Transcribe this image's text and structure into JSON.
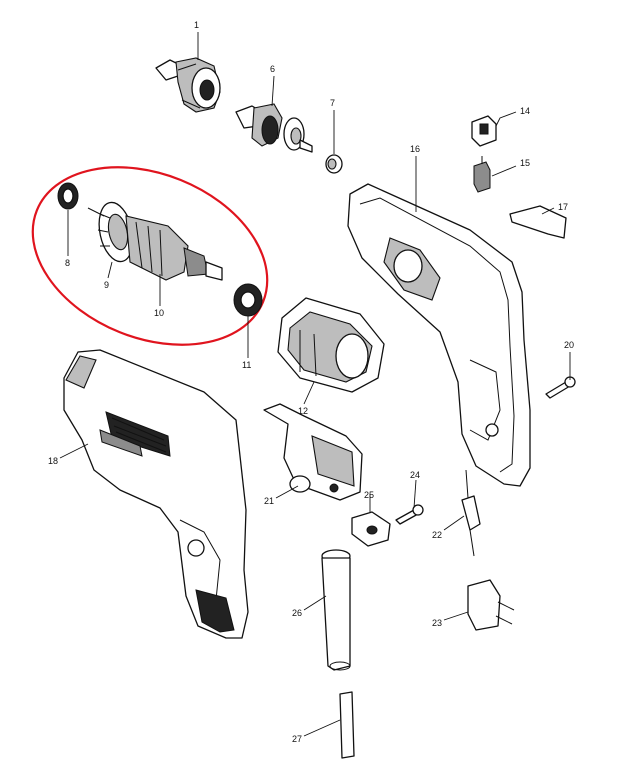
{
  "colors": {
    "highlight": "#e0141e",
    "ink": "#111111"
  },
  "highlighted_group": [
    "8",
    "9",
    "10",
    "11"
  ],
  "callouts": [
    {
      "id": "p1",
      "label": "1"
    },
    {
      "id": "p6",
      "label": "6"
    },
    {
      "id": "p7",
      "label": "7"
    },
    {
      "id": "p14",
      "label": "14"
    },
    {
      "id": "p15",
      "label": "15"
    },
    {
      "id": "p16",
      "label": "16"
    },
    {
      "id": "p17",
      "label": "17"
    },
    {
      "id": "p8",
      "label": "8"
    },
    {
      "id": "p9",
      "label": "9"
    },
    {
      "id": "p10",
      "label": "10"
    },
    {
      "id": "p11",
      "label": "11"
    },
    {
      "id": "p12",
      "label": "12"
    },
    {
      "id": "p18",
      "label": "18"
    },
    {
      "id": "p20",
      "label": "20"
    },
    {
      "id": "p21",
      "label": "21"
    },
    {
      "id": "p22",
      "label": "22"
    },
    {
      "id": "p23",
      "label": "23"
    },
    {
      "id": "p24",
      "label": "24"
    },
    {
      "id": "p25",
      "label": "25"
    },
    {
      "id": "p26",
      "label": "26"
    },
    {
      "id": "p27",
      "label": "27"
    }
  ]
}
